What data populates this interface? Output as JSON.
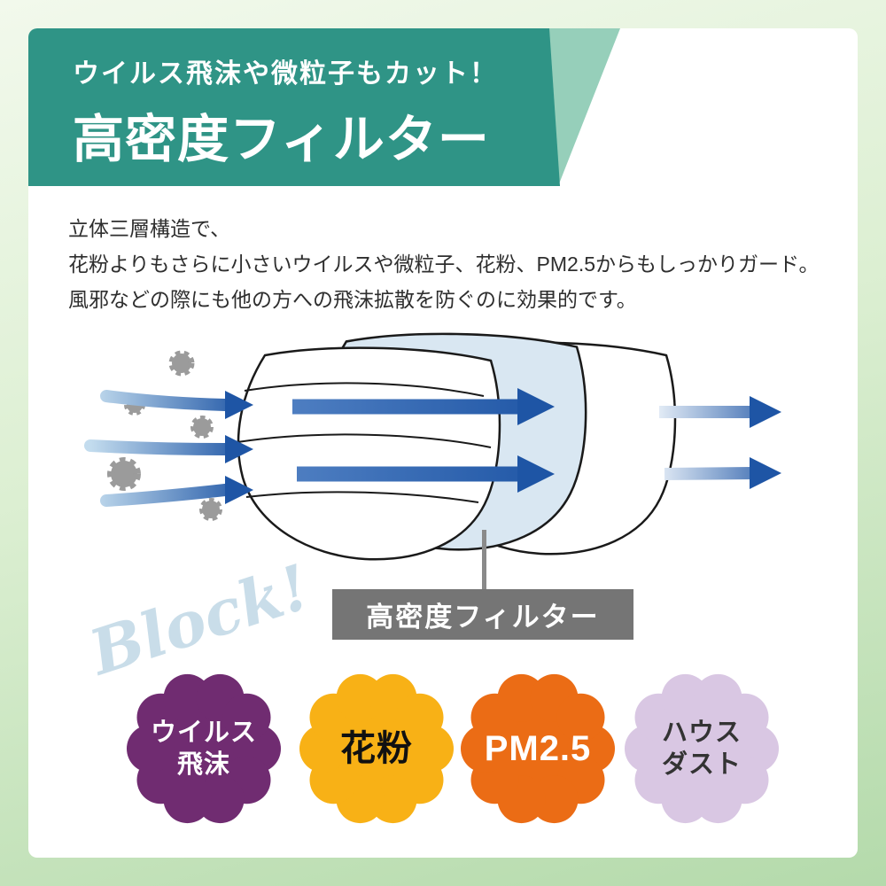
{
  "header": {
    "subtitle": "ウイルス飛沫や微粒子もカット！",
    "title": "高密度フィルター",
    "banner_color": "#2f9486",
    "accent_color": "#96cfba",
    "text_color": "#ffffff"
  },
  "description": {
    "line1": "立体三層構造で、",
    "line2": "花粉よりもさらに小さいウイルスや微粒子、花粉、PM2.5からもしっかりガード。",
    "line3": "風邪などの際にも他の方への飛沫拡散を防ぐのに効果的です。"
  },
  "diagram": {
    "block_text": "Block!",
    "block_color": "#c9dde9",
    "filter_label": "高密度フィルター",
    "label_bg": "#757575",
    "arrow_dark": "#1e55a5",
    "arrow_mid": "#4f7fc2",
    "arrow_light": "#c3dcee",
    "arrow_pale": "#ebf2f9",
    "mask_fill": "#ffffff",
    "filter_fill": "#d9e7f2",
    "outline_color": "#1a1a1a",
    "particle_color": "#9b9b9b"
  },
  "badges": [
    {
      "line1": "ウイルス",
      "line2": "飛沫",
      "color": "#702c71",
      "text_color": "#ffffff"
    },
    {
      "line1": "花粉",
      "line2": "",
      "color": "#f8b116",
      "text_color": "#111111"
    },
    {
      "line1": "PM2.5",
      "line2": "",
      "color": "#eb6c15",
      "text_color": "#ffffff"
    },
    {
      "line1": "ハウス",
      "line2": "ダスト",
      "color": "#d9c7e3",
      "text_color": "#333333"
    }
  ]
}
